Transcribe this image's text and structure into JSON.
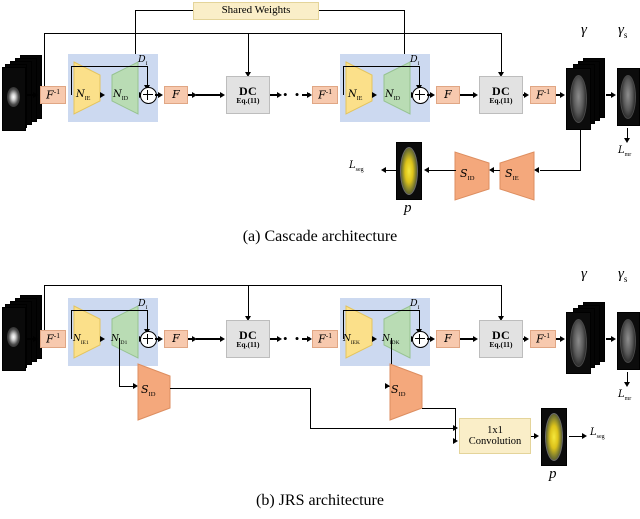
{
  "figure": {
    "title_a": "(a)  Cascade architecture",
    "title_b": "(b)  JRS architecture"
  },
  "panel_a": {
    "shared_weights_label": "Shared Weights",
    "input_label": "",
    "blocks": [
      {
        "ifft_label": "F",
        "ifft_sup": "-1",
        "encoder_label": "N",
        "encoder_sub": "IE",
        "decoder_label": "N",
        "decoder_sub": "ID",
        "denoiser_label": "D",
        "denoiser_sub": "I",
        "fft_label": "F",
        "dc_title": "DC",
        "dc_eq": "Eq.(11)"
      },
      {
        "ifft_label": "F",
        "ifft_sup": "-1",
        "encoder_label": "N",
        "encoder_sub": "IE",
        "decoder_label": "N",
        "decoder_sub": "ID",
        "denoiser_label": "D",
        "denoiser_sub": "I",
        "fft_label": "F",
        "dc_title": "DC",
        "dc_eq": "Eq.(11)"
      }
    ],
    "ellipsis": "• • •",
    "final_ifft_label": "F",
    "final_ifft_sup": "-1",
    "gamma_label": "γ",
    "gamma_s_label": "γ",
    "gamma_s_sub": "s",
    "loss_mr_label": "L",
    "loss_mr_sub": "mr",
    "seg_encoder_label": "S",
    "seg_encoder_sub": "IE",
    "seg_decoder_label": "S",
    "seg_decoder_sub": "ID",
    "prob_map_label": "p",
    "loss_seg_label": "L",
    "loss_seg_sub": "seg"
  },
  "panel_b": {
    "blocks": [
      {
        "ifft_label": "F",
        "ifft_sup": "-1",
        "encoder_label": "N",
        "encoder_sub": "IE1",
        "decoder_label": "N",
        "decoder_sub": "ID1",
        "denoiser_label": "D",
        "denoiser_sub": "I",
        "fft_label": "F",
        "dc_title": "DC",
        "dc_eq": "Eq.(11)",
        "seg_decoder_label": "S",
        "seg_decoder_sub": "ID"
      },
      {
        "ifft_label": "F",
        "ifft_sup": "-1",
        "encoder_label": "N",
        "encoder_sub": "IEK",
        "decoder_label": "N",
        "decoder_sub": "IDK",
        "denoiser_label": "D",
        "denoiser_sub": "I",
        "fft_label": "F",
        "dc_title": "DC",
        "dc_eq": "Eq.(11)",
        "seg_decoder_label": "S",
        "seg_decoder_sub": "ID"
      }
    ],
    "ellipsis": "• • •",
    "final_ifft_label": "F",
    "final_ifft_sup": "-1",
    "gamma_label": "γ",
    "gamma_s_label": "γ",
    "gamma_s_sub": "s",
    "loss_mr_label": "L",
    "loss_mr_sub": "mr",
    "conv_line1": "1x1",
    "conv_line2": "Convolution",
    "prob_map_label": "p",
    "loss_seg_label": "L",
    "loss_seg_sub": "seg"
  },
  "colors": {
    "fourier_box": "#f7c9ae",
    "dc_box": "#e2e2e2",
    "shared_box": "#faeec8",
    "blue_panel": "#ccd9f0",
    "encoder_trap": "#fbe08a",
    "decoder_trap": "#b9dcb4",
    "seg_trap": "#f4a87c"
  }
}
